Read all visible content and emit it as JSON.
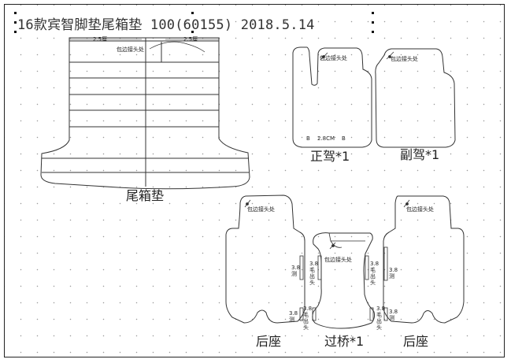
{
  "title": "16款宾智脚垫尾箱垫 100(60155) 2018.5.14",
  "trunk": {
    "name": "尾箱垫",
    "dim_left": "2.5厘",
    "dim_right": "2.5厘",
    "edge_note": "包边接头处"
  },
  "driver": {
    "name": "正驾*1",
    "edge_note": "包边接头处",
    "hole_mark_left": "B",
    "hole_mark_right": "B",
    "dim_note": "2.8CM"
  },
  "passenger": {
    "name": "副驾*1",
    "edge_note": "包边接头处"
  },
  "rear_left": {
    "name": "后座",
    "edge_note": "包边接头处",
    "note_upper": "3.8\n测",
    "note_lower": "3.8\n测"
  },
  "bridge": {
    "name": "过桥*1",
    "edge_note": "包边接头处",
    "note_left_upper": "3.8\n毛\n出\n头",
    "note_right_upper": "3.8\n毛\n出\n头",
    "note_left_lower": "3.8\n毛\n出\n头",
    "note_right_lower": "3.8\n毛\n出\n头"
  },
  "rear_right": {
    "name": "后座",
    "edge_note": "包边接头处",
    "note_upper": "3.8\n测",
    "note_lower": "3.8\n测"
  }
}
